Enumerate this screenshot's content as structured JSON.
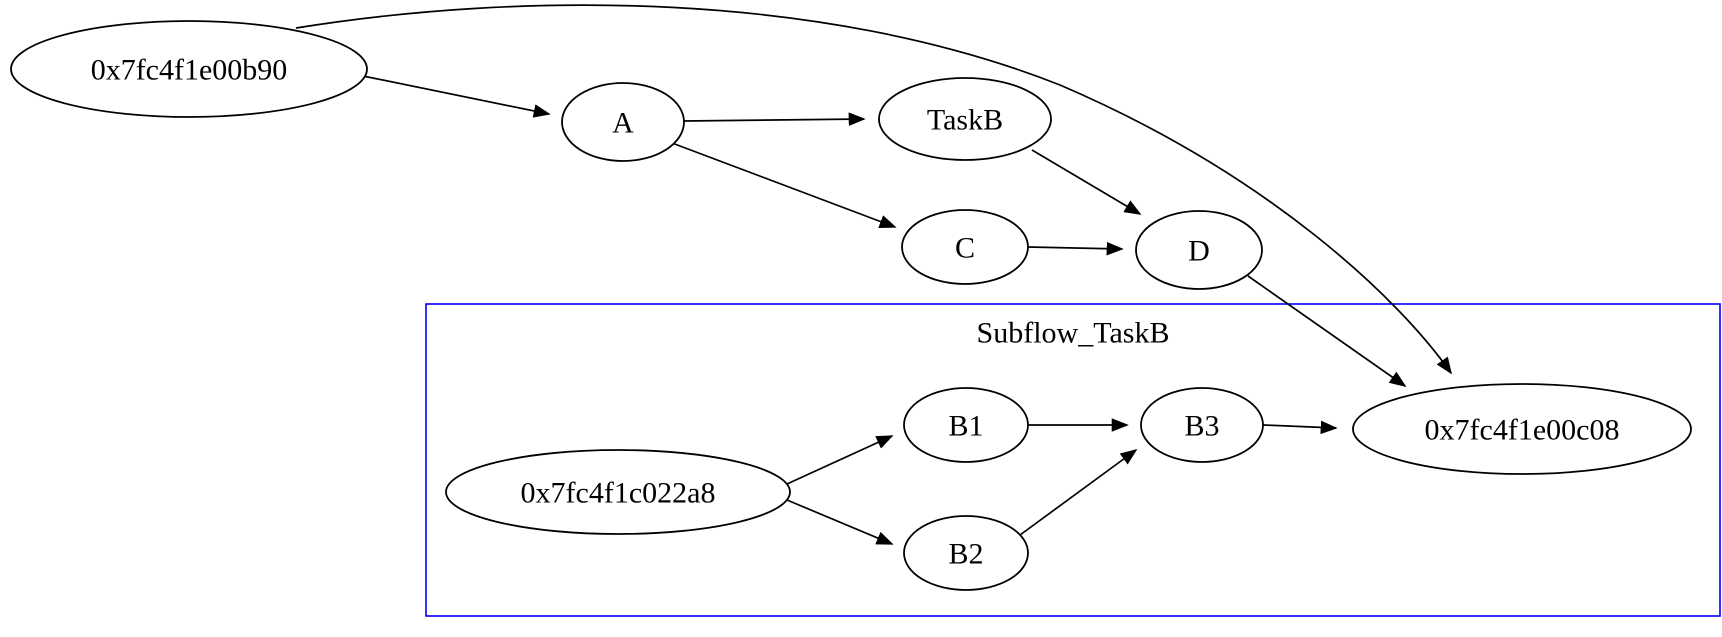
{
  "graph": {
    "type": "graphviz-digraph",
    "background": "#ffffff",
    "colors": {
      "node_stroke": "#000000",
      "node_fill": "#ffffff",
      "edge": "#000000",
      "cluster_border": "#0000ff",
      "text": "#000000"
    },
    "cluster": {
      "label": "Subflow_TaskB",
      "contains": [
        "0x7fc4f1c022a8",
        "B1",
        "B2",
        "B3",
        "0x7fc4f1e00c08"
      ]
    },
    "nodes": {
      "b90": {
        "label": "0x7fc4f1e00b90"
      },
      "a": {
        "label": "A"
      },
      "taskb": {
        "label": "TaskB"
      },
      "c": {
        "label": "C"
      },
      "d": {
        "label": "D"
      },
      "a8": {
        "label": "0x7fc4f1c022a8"
      },
      "b1": {
        "label": "B1"
      },
      "b2": {
        "label": "B2"
      },
      "b3": {
        "label": "B3"
      },
      "c08": {
        "label": "0x7fc4f1e00c08"
      }
    },
    "edges": [
      {
        "from": "0x7fc4f1e00b90",
        "to": "A"
      },
      {
        "from": "0x7fc4f1e00b90",
        "to": "0x7fc4f1e00c08"
      },
      {
        "from": "A",
        "to": "TaskB"
      },
      {
        "from": "A",
        "to": "C"
      },
      {
        "from": "TaskB",
        "to": "D"
      },
      {
        "from": "C",
        "to": "D"
      },
      {
        "from": "D",
        "to": "0x7fc4f1e00c08"
      },
      {
        "from": "0x7fc4f1c022a8",
        "to": "B1"
      },
      {
        "from": "0x7fc4f1c022a8",
        "to": "B2"
      },
      {
        "from": "B1",
        "to": "B3"
      },
      {
        "from": "B2",
        "to": "B3"
      },
      {
        "from": "B3",
        "to": "0x7fc4f1e00c08"
      }
    ]
  }
}
